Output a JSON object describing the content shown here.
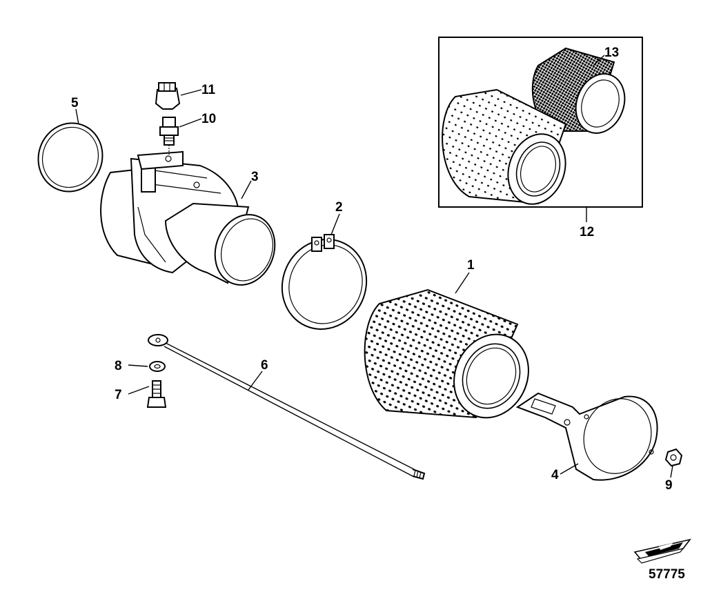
{
  "callouts": {
    "c1": "1",
    "c2": "2",
    "c3": "3",
    "c4": "4",
    "c5": "5",
    "c6": "6",
    "c7": "7",
    "c8": "8",
    "c9": "9",
    "c10": "10",
    "c11": "11",
    "c12": "12",
    "c13": "13"
  },
  "figure_number": "57775",
  "icons": {
    "boat": "boat-orientation-icon"
  }
}
